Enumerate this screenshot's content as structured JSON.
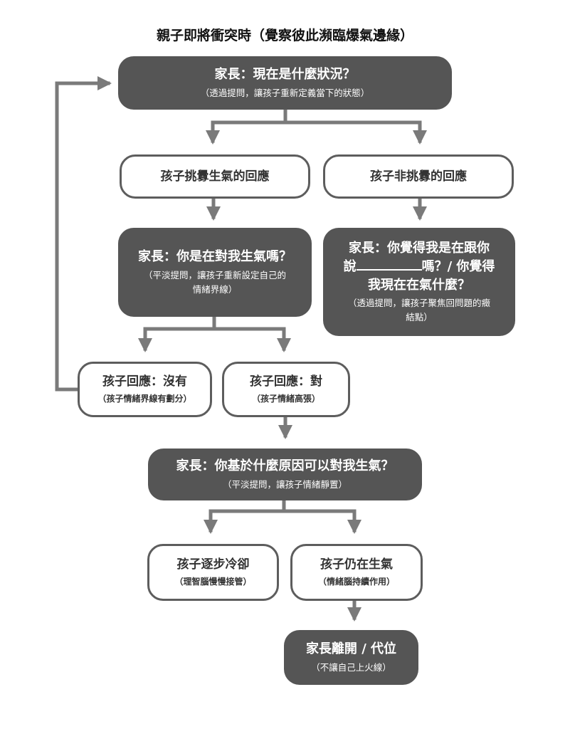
{
  "title": "親子即將衝突時（覺察彼此瀕臨爆氣邊緣）",
  "nodes": {
    "parent_ask_situation": {
      "main": "家長：現在是什麼狀況？",
      "sub": "（透過提問，讓孩子重新定義當下的狀態）"
    },
    "child_provocative": {
      "main": "孩子挑釁生氣的回應"
    },
    "child_non_provocative": {
      "main": "孩子非挑釁的回應"
    },
    "parent_ask_angry": {
      "main": "家長：你是在對我生氣嗎？",
      "sub_line1": "（平淡提問，讓孩子重新設定自己的",
      "sub_line2": "情緒界線）"
    },
    "parent_ask_feel": {
      "main_line1": "家長：你覺得我是在跟你",
      "main_line2_pre": "說",
      "main_line2_post": "嗎？/ 你覺得",
      "main_line3": "我現在在氣什麼？",
      "sub_line1": "（透過提問，讓孩子聚焦回問題的癥",
      "sub_line2": "結點）"
    },
    "child_reply_no": {
      "main": "孩子回應：沒有",
      "sub": "（孩子情緒界線有劃分）"
    },
    "child_reply_yes": {
      "main": "孩子回應：對",
      "sub": "（孩子情緒高張）"
    },
    "parent_ask_reason": {
      "main": "家長：你基於什麼原因可以對我生氣？",
      "sub": "（平淡提問，讓孩子情緒靜置）"
    },
    "child_cools": {
      "main": "孩子逐步冷卻",
      "sub": "（理智腦慢慢接管）"
    },
    "child_still_angry": {
      "main": "孩子仍在生氣",
      "sub": "（情緒腦持續作用）"
    },
    "parent_leave": {
      "main": "家長離開 / 代位",
      "sub": "（不讓自己上火線）"
    }
  }
}
